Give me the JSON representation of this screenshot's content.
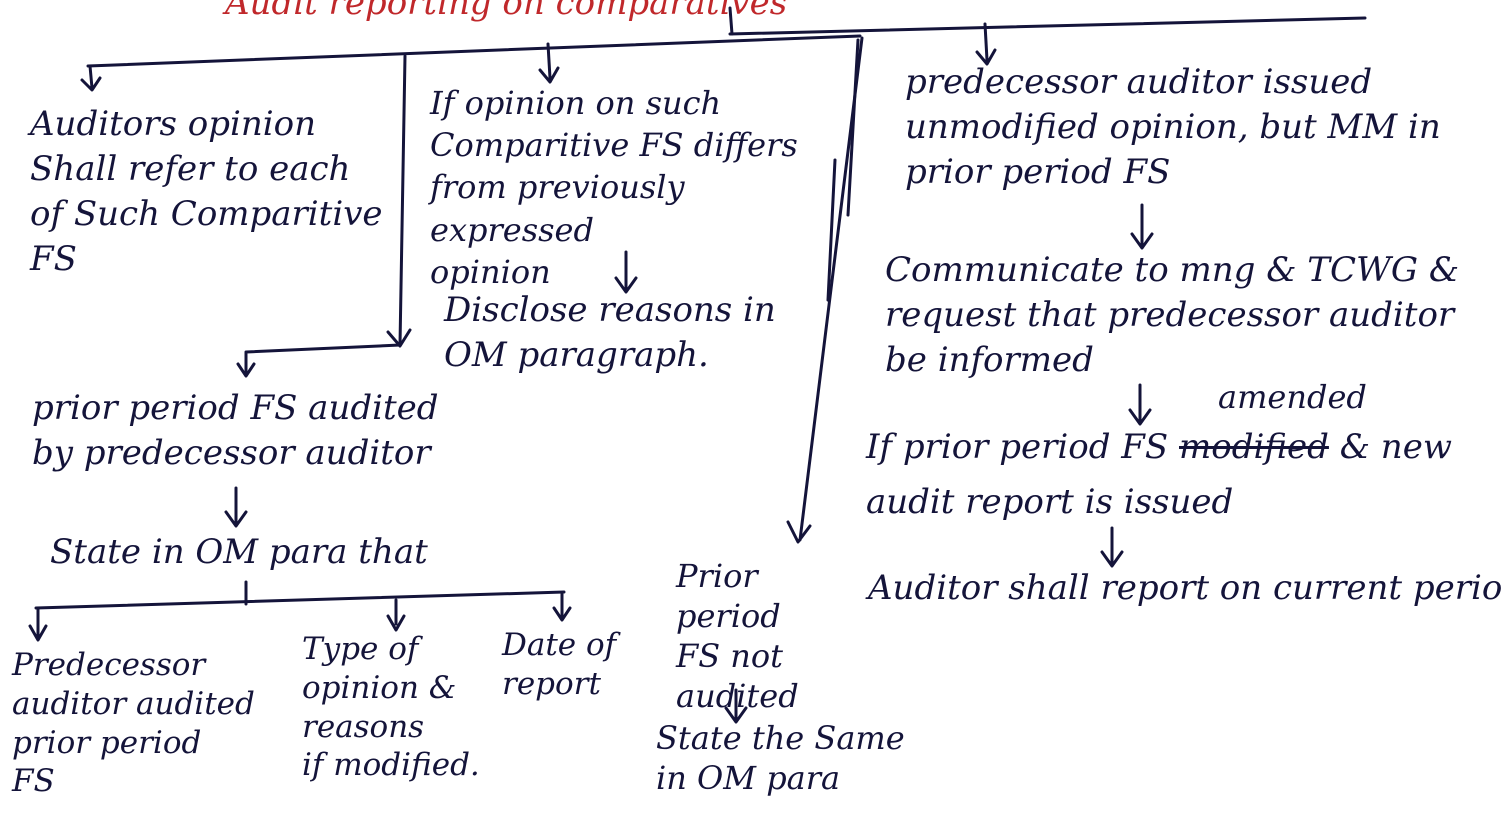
{
  "title": "Audit reporting on comparatives",
  "ink_color": "#14143a",
  "title_color": "#c0282b",
  "nodes": {
    "auditors_opinion": "Auditors opinion\nShall refer to each\nof Such Comparitive\nFS",
    "opinion_differs": "If opinion on such\nComparitive FS differs\nfrom previously expressed\nopinion",
    "disclose_reasons": "Disclose reasons in\nOM paragraph.",
    "predecessor_unmodified": "predecessor auditor issued\nunmodified opinion, but MM in\nprior period FS",
    "communicate": "Communicate to mng & TCWG &\nrequest that predecessor auditor\nbe informed",
    "amended_word": "amended",
    "if_prior_prefix": "If prior period FS",
    "modified_struck": "modified",
    "new_suffix": "& new",
    "audit_report_issued": "audit report is issued",
    "report_current": "Auditor shall report on current period.",
    "prior_audited_predecessor": "prior period FS audited\nby predecessor auditor",
    "state_om_para": "State in OM para that",
    "predecessor_audited": "Predecessor\nauditor audited\nprior period\nFS",
    "type_of_opinion": "Type of\nopinion &\nreasons\nif modified.",
    "date_of_report": "Date of\nreport",
    "prior_not_audited": "Prior period\nFS not\naudited",
    "state_same": "State the Same\nin OM para"
  }
}
